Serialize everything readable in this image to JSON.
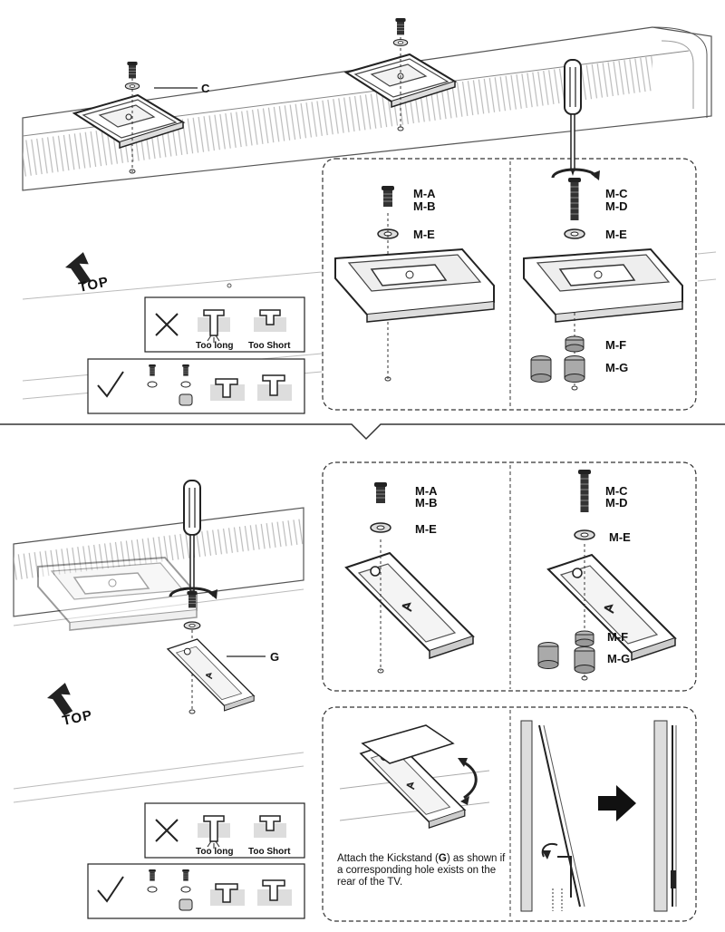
{
  "labels": {
    "bracket": "C",
    "kickstand": "G",
    "top": "TOP",
    "screw_short": [
      "M-A",
      "M-B"
    ],
    "screw_long": [
      "M-C",
      "M-D"
    ],
    "washer": "M-E",
    "spacer_small": "M-F",
    "spacer_large": "M-G",
    "too_long": "Too long",
    "too_short": "Too Short"
  },
  "instruction": {
    "before": "Attach the Kickstand (",
    "bold": "G",
    "after": ") as shown if a corresponding hole exists on the rear of the TV."
  },
  "icons": {
    "wrong": "cross-icon",
    "right": "check-icon",
    "direction": "arrow-right-icon",
    "rotate": "rotate-arrow-icon",
    "tool": "screwdriver-icon"
  }
}
